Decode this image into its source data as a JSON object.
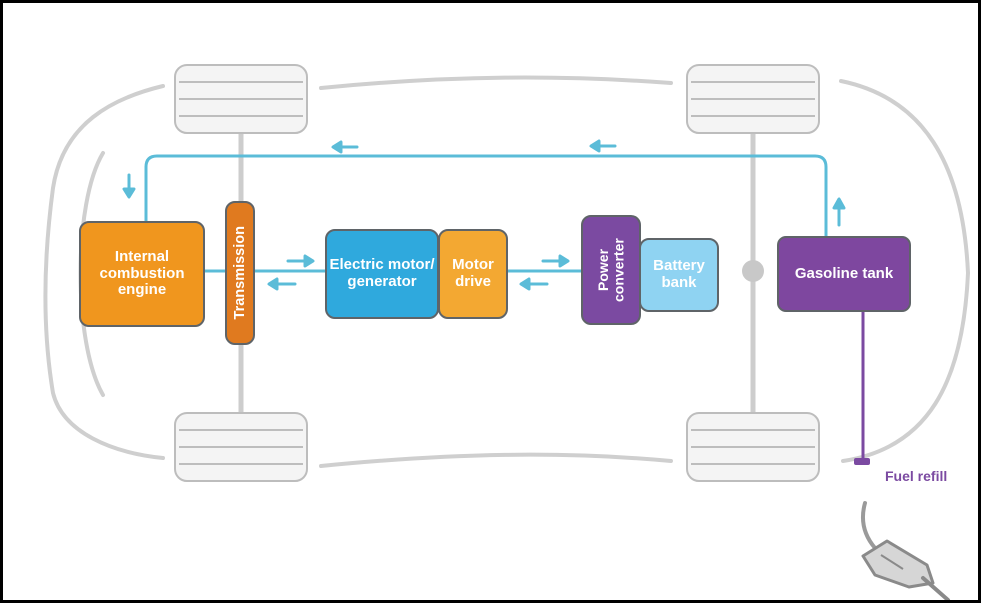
{
  "diagram": {
    "components": {
      "engine": "Internal combustion engine",
      "transmission": "Transmission",
      "electric_motor": "Electric motor/ generator",
      "motor_drive": "Motor drive",
      "power_converter": "Power converter",
      "battery": "Battery bank",
      "gas_tank": "Gasoline tank"
    },
    "fuel_refill": "Fuel refill"
  },
  "colors": {
    "engine": "#f0961e",
    "transmission": "#e07a1f",
    "electric_motor": "#2fa9dd",
    "motor_drive": "#f3a832",
    "power_converter": "#7b4aa1",
    "battery": "#8fd3f2",
    "gas_tank": "#7e479f",
    "flow_lines": "#5bbcd8",
    "chassis": "#c8c8c8"
  }
}
